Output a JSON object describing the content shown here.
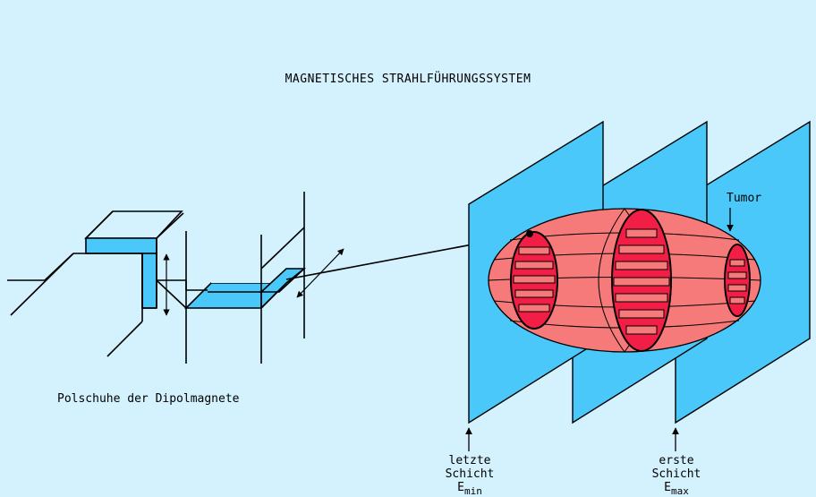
{
  "title": "MAGNETISCHES STRAHLFÜHRUNGSSYSTEM",
  "labels": {
    "pole_shoes": "Polschuhe der Dipolmagnete",
    "tumor": "Tumor",
    "last_layer": {
      "line1": "letzte",
      "line2": "Schicht",
      "energy_base": "E",
      "energy_sub": "min"
    },
    "first_layer": {
      "line1": "erste",
      "line2": "Schicht",
      "energy_base": "E",
      "energy_sub": "max"
    }
  },
  "colors": {
    "background": "#d4f1fe",
    "magnet_face": "#4ac8fa",
    "layer_plane": "#4ac8fa",
    "tumor_volume": "#f77a7a",
    "layer_slice": "#f31e46",
    "line": "#000000"
  }
}
